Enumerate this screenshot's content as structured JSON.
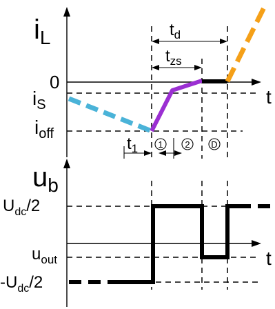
{
  "labels": {
    "iL_main": "i",
    "iL_sub": "L",
    "td_main": "t",
    "td_sub": "d",
    "tzs_main": "t",
    "tzs_sub": "zs",
    "zero": "0",
    "t_axis_top": "t",
    "iS_main": "i",
    "iS_sub": "S",
    "ioff_main": "i",
    "ioff_sub": "off",
    "t1_main": "t",
    "t1_sub": "1",
    "phase_1": "1",
    "phase_2": "2",
    "phase_D": "D",
    "ub_main": "u",
    "ub_sub": "b",
    "udc_pos_main": "U",
    "udc_pos_sub": "dc",
    "udc_pos_tail": "/2",
    "uout_main": "u",
    "uout_sub": "out",
    "t_axis_bottom": "t",
    "udc_neg_main": "-U",
    "udc_neg_sub": "dc",
    "udc_neg_tail": "/2"
  },
  "colors": {
    "pre_switch_segment": "#4ab3d8",
    "transition_segment": "#9b2fd2",
    "freewheel_segment": "#f5a018",
    "zero_segment": "#000000",
    "voltage_waveform": "#000000"
  }
}
